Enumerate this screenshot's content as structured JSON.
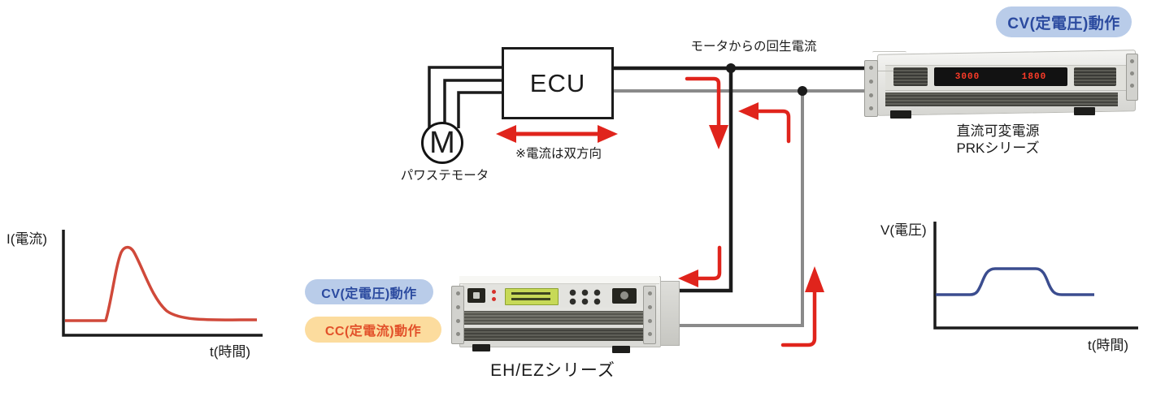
{
  "colors": {
    "background": "#ffffff",
    "wire_black": "#1b1b1b",
    "wire_gray": "#8a8a8a",
    "arrow_red": "#e0241c",
    "curve_red": "#d0493a",
    "curve_blue": "#3b4d8f",
    "axis_black": "#1b1b1b",
    "badge_blue_bg": "#b9cce9",
    "badge_blue_fg": "#2b4a9f",
    "badge_orange_bg": "#fcdc9e",
    "badge_orange_fg": "#e2512a",
    "display_red": "#ff3b28"
  },
  "badges": {
    "prk_mode_label": "CV(定電圧)動作",
    "ehez_cv_label": "CV(定電圧)動作",
    "ehez_cc_label": "CC(定電流)動作"
  },
  "diagram": {
    "regen_current_label": "モータからの回生電流",
    "ecu_label": "ECU",
    "motor_symbol": "M",
    "motor_label": "パワステモータ",
    "bidirectional_note": "※電流は双方向"
  },
  "devices": {
    "prk": {
      "caption_line1": "直流可変電源",
      "caption_line2": "PRKシリーズ",
      "display_left_value": "3000",
      "display_right_value": "1800"
    },
    "ehez": {
      "caption": "EH/EZシリーズ"
    }
  },
  "chart_data": [
    {
      "type": "line",
      "title": "",
      "xlabel": "t(時間)",
      "ylabel": "I(電流)",
      "x_range": [
        0,
        1
      ],
      "y_range": [
        0,
        1
      ],
      "grid": false,
      "legend": false,
      "series": [
        {
          "color": "#d0493a",
          "x": [
            0,
            0.21,
            0.25,
            0.29,
            0.33,
            0.37,
            0.45,
            0.55,
            0.7,
            0.85,
            1.0
          ],
          "y": [
            0.15,
            0.15,
            0.4,
            0.72,
            0.82,
            0.72,
            0.45,
            0.26,
            0.16,
            0.15,
            0.15
          ]
        }
      ]
    },
    {
      "type": "line",
      "title": "",
      "xlabel": "t(時間)",
      "ylabel": "V(電圧)",
      "x_range": [
        0,
        1
      ],
      "y_range": [
        0,
        1
      ],
      "grid": false,
      "legend": false,
      "series": [
        {
          "color": "#3b4d8f",
          "x": [
            0,
            0.19,
            0.26,
            0.53,
            0.59,
            0.78
          ],
          "y": [
            0.32,
            0.32,
            0.56,
            0.56,
            0.32,
            0.32
          ]
        }
      ]
    }
  ]
}
